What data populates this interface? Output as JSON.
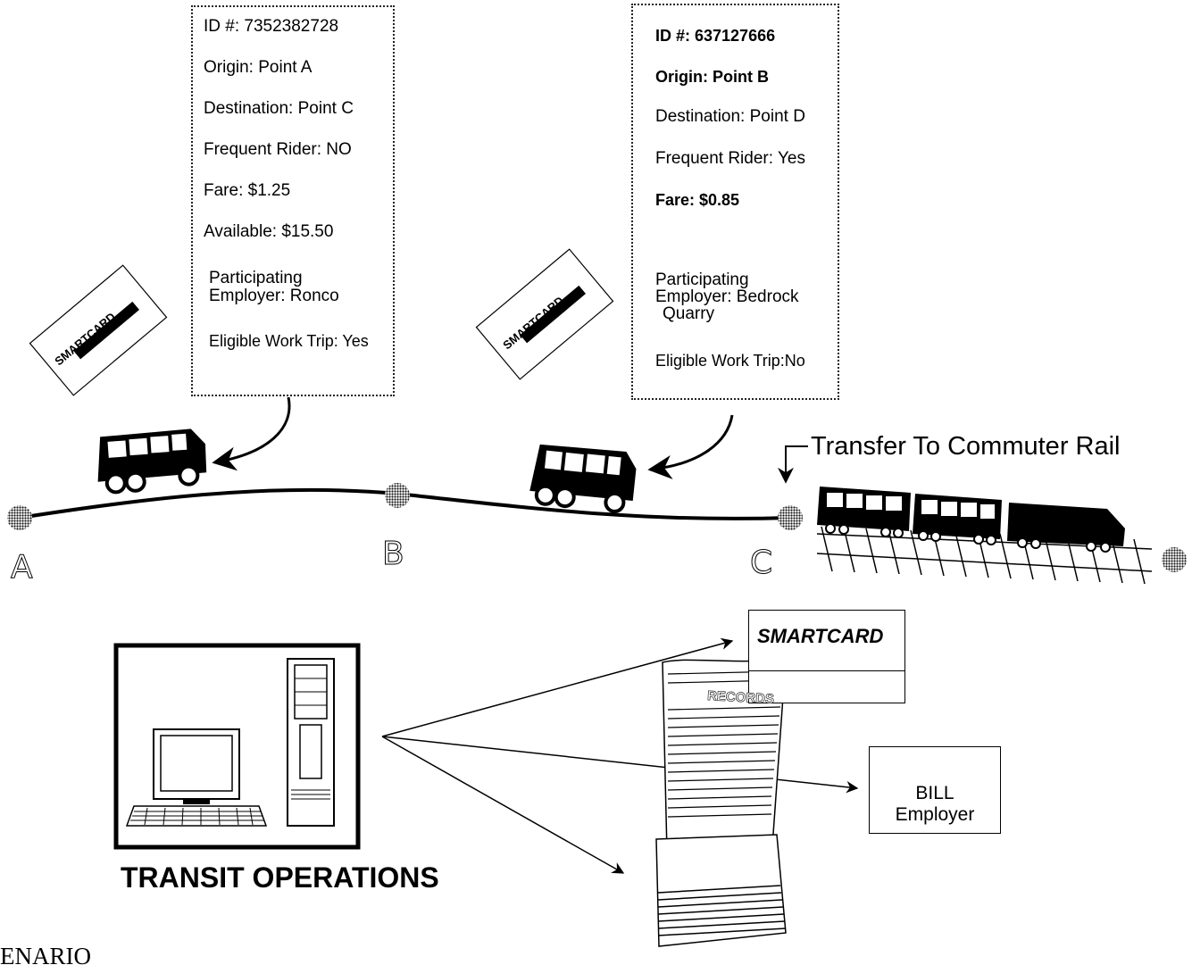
{
  "card1": {
    "id": "ID #:  7352382728",
    "origin": "Origin: Point A",
    "destination": "Destination: Point C",
    "frequent": "Frequent Rider: NO",
    "fare": "Fare:  $1.25",
    "available": "Available:  $15.50",
    "employer_1": "Participating",
    "employer_2": "Employer: Ronco",
    "eligible": "Eligible Work Trip: Yes"
  },
  "card2": {
    "id": "ID #:  637127666",
    "origin": "Origin:  Point B",
    "destination": "Destination:  Point D",
    "frequent": "Frequent Rider: Yes",
    "fare": "Fare:  $0.85",
    "employer_1": "Participating",
    "employer_2": "Employer:  Bedrock",
    "employer_3": "Quarry",
    "eligible": "Eligible Work Trip:No"
  },
  "stops": {
    "a": "A",
    "b": "B",
    "c": "C"
  },
  "transfer_label": "Transfer To Commuter Rail",
  "smartcard_label": "SMARTCARD",
  "bill": {
    "line1": "BILL",
    "line2": "Employer"
  },
  "records_label": "RECORDS",
  "operations_title": "TRANSIT OPERATIONS",
  "caption": "ENARIO"
}
